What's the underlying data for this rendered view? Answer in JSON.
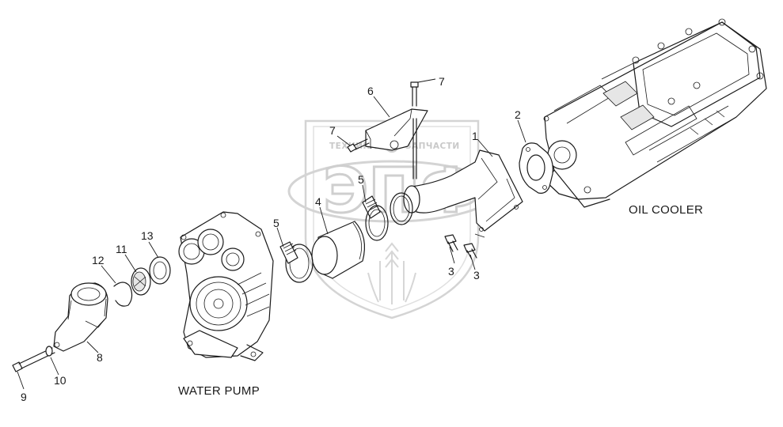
{
  "captions": {
    "water_pump": "WATER PUMP",
    "oil_cooler": "OIL COOLER"
  },
  "callouts": {
    "c1": "1",
    "c2": "2",
    "c3a": "3",
    "c3b": "3",
    "c4": "4",
    "c5a": "5",
    "c5b": "5",
    "c6": "6",
    "c7a": "7",
    "c7b": "7",
    "c8": "8",
    "c9": "9",
    "c10": "10",
    "c11": "11",
    "c12": "12",
    "c13": "13"
  },
  "watermark": {
    "text_left": "ТЕХНИКА",
    "text_right": "ЗАПЧАСТИ",
    "logo_letters": "ЭПФ"
  },
  "colors": {
    "line": "#1a1a1a",
    "watermark": "#cfcfcf",
    "background": "#ffffff"
  }
}
